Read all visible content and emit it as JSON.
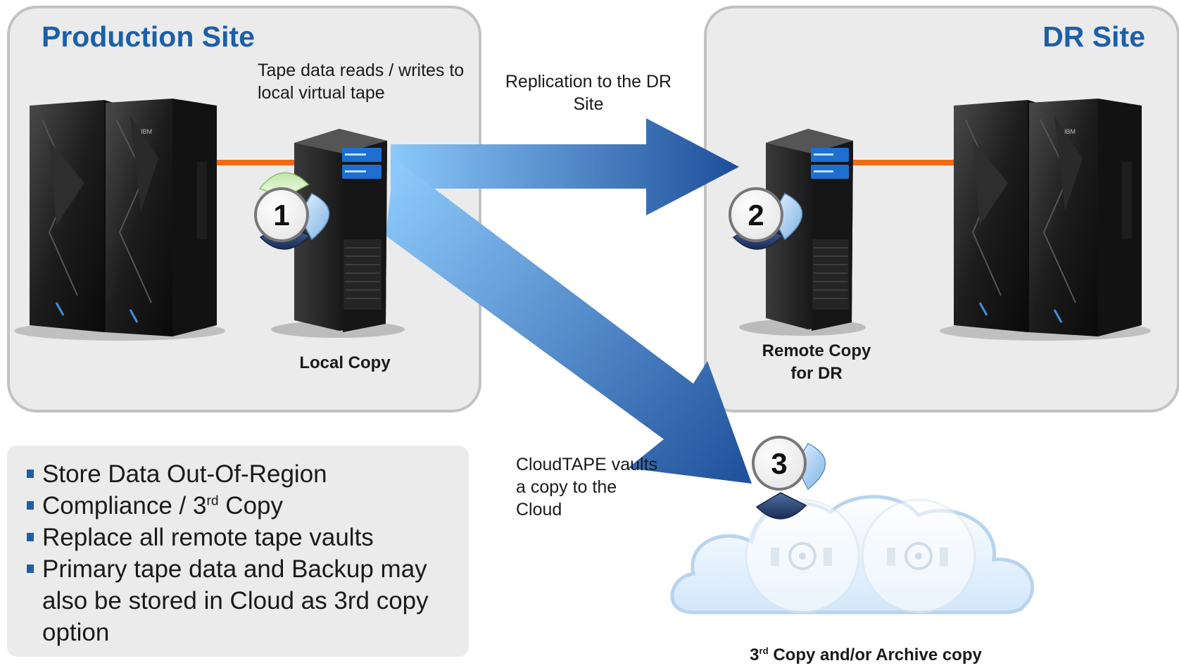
{
  "production_site": {
    "title": "Production Site",
    "note": "Tape data reads / writes to local virtual tape",
    "caption": "Local Copy",
    "step": "1",
    "mainframe_brand": "IBM"
  },
  "dr_site": {
    "title": "DR Site",
    "caption_line1": "Remote Copy",
    "caption_line2": "for DR",
    "step": "2",
    "mainframe_brand": "IBM"
  },
  "replication_note": "Replication to the DR Site",
  "cloudtape_note": "CloudTAPE vaults a copy to the Cloud",
  "cloud": {
    "step": "3",
    "caption_sup": "rd",
    "caption_prefix": "3",
    "caption_rest": " Copy and/or Archive copy"
  },
  "bullets": {
    "item1": "Store Data Out-Of-Region",
    "item2_prefix": "Compliance / 3",
    "item2_sup": "rd",
    "item2_suffix": " Copy",
    "item3": "Replace all remote tape vaults",
    "item4": "Primary tape data and Backup may also be stored in Cloud as 3rd copy option"
  },
  "colors": {
    "accent_blue": "#1b5fa8",
    "link_orange": "#f06a14",
    "panel_bg": "#ebebeb"
  }
}
